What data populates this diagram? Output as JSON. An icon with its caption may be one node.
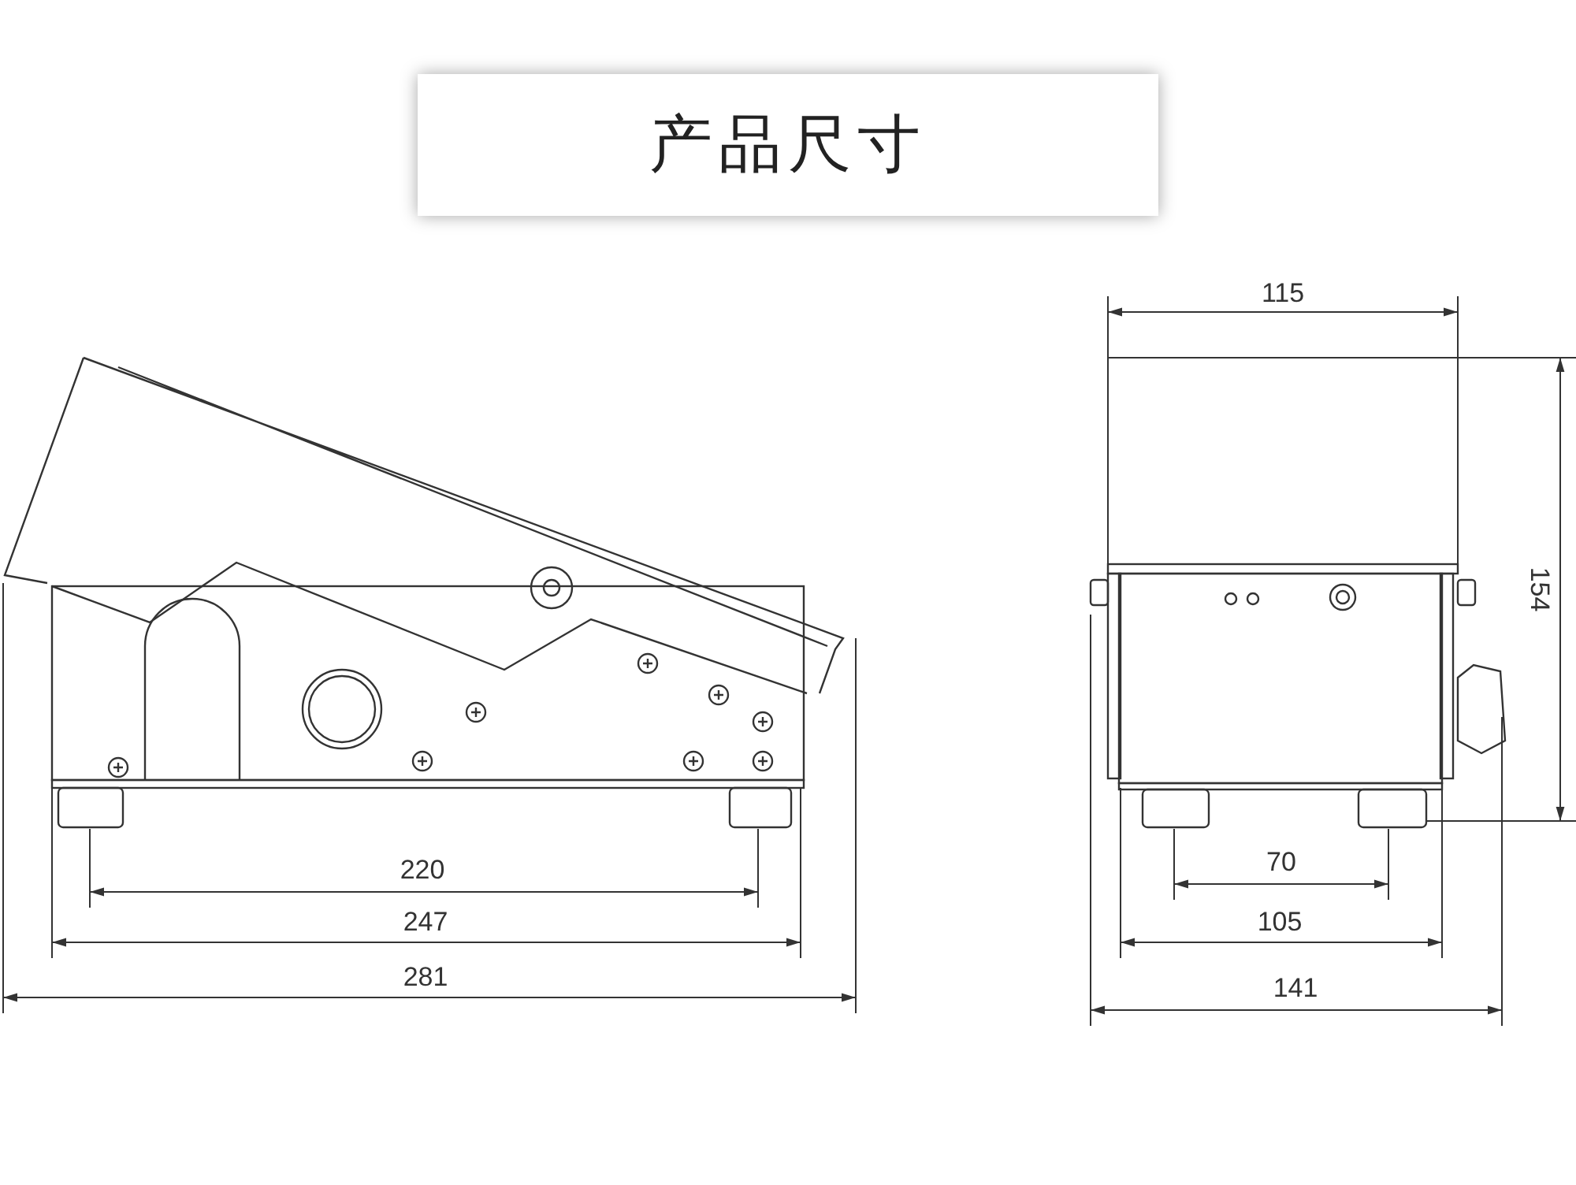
{
  "diagram": {
    "title": "产品尺寸",
    "labels": [
      "115",
      "154",
      "220",
      "70",
      "247",
      "105",
      "281",
      "141"
    ]
  }
}
